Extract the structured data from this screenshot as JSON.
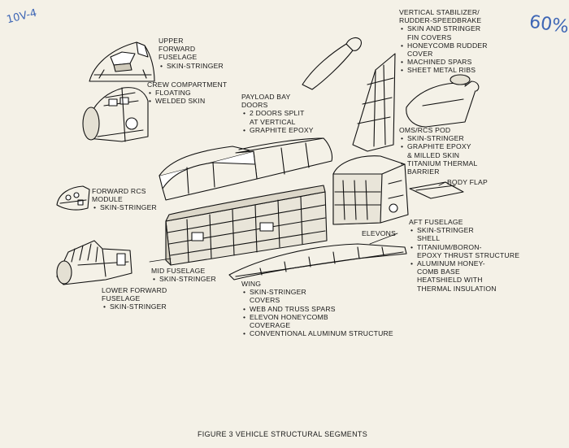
{
  "handwritten": {
    "top_left": "10V-4",
    "top_right": "60%"
  },
  "labels": {
    "upper_forward_fuselage": {
      "title": [
        "UPPER",
        "FORWARD",
        "FUSELAGE"
      ],
      "bullets": [
        "SKIN-STRINGER"
      ]
    },
    "crew_compartment": {
      "title": [
        "CREW COMPARTMENT"
      ],
      "bullets": [
        "FLOATING",
        "WELDED SKIN"
      ]
    },
    "payload_bay_doors": {
      "title": [
        "PAYLOAD BAY",
        "DOORS"
      ],
      "bullets": [
        "2 DOORS SPLIT",
        "AT VERTICAL",
        "GRAPHITE EPOXY"
      ]
    },
    "vertical_stabilizer": {
      "title": [
        "VERTICAL STABILIZER/",
        "RUDDER-SPEEDBRAKE"
      ],
      "bullets": [
        "SKIN AND STRINGER",
        "FIN COVERS",
        "HONEYCOMB RUDDER",
        "COVER",
        "MACHINED SPARS",
        "SHEET METAL RIBS"
      ]
    },
    "oms_rcs_pod": {
      "title": [
        "OMS/RCS POD"
      ],
      "bullets": [
        "SKIN-STRINGER",
        "GRAPHITE EPOXY",
        "& MILLED SKIN",
        "TITANIUM THERMAL",
        "BARRIER"
      ]
    },
    "body_flap": {
      "title": [
        "BODY FLAP"
      ]
    },
    "forward_rcs_module": {
      "title": [
        "FORWARD RCS",
        "MODULE"
      ],
      "bullets": [
        "SKIN-STRINGER"
      ]
    },
    "elevons": {
      "title": [
        "ELEVONS"
      ]
    },
    "aft_fuselage": {
      "title": [
        "AFT FUSELAGE"
      ],
      "bullets": [
        "SKIN-STRINGER",
        "SHELL",
        "TITANIUM/BORON-",
        "EPOXY THRUST STRUCTURE",
        "ALUMINUM HONEY-",
        "COMB BASE",
        "HEATSHIELD WITH",
        "THERMAL INSULATION"
      ]
    },
    "mid_fuselage": {
      "title": [
        "MID FUSELAGE"
      ],
      "bullets": [
        "SKIN-STRINGER"
      ]
    },
    "lower_forward_fuselage": {
      "title": [
        "LOWER FORWARD",
        "FUSELAGE"
      ],
      "bullets": [
        "SKIN-STRINGER"
      ]
    },
    "wing": {
      "title": [
        "WING"
      ],
      "bullets": [
        "SKIN-STRINGER",
        "COVERS",
        "WEB AND TRUSS SPARS",
        "ELEVON HONEYCOMB",
        "COVERAGE",
        "CONVENTIONAL ALUMINUM STRUCTURE"
      ]
    }
  },
  "caption": "FIGURE 3    VEHICLE STRUCTURAL SEGMENTS"
}
